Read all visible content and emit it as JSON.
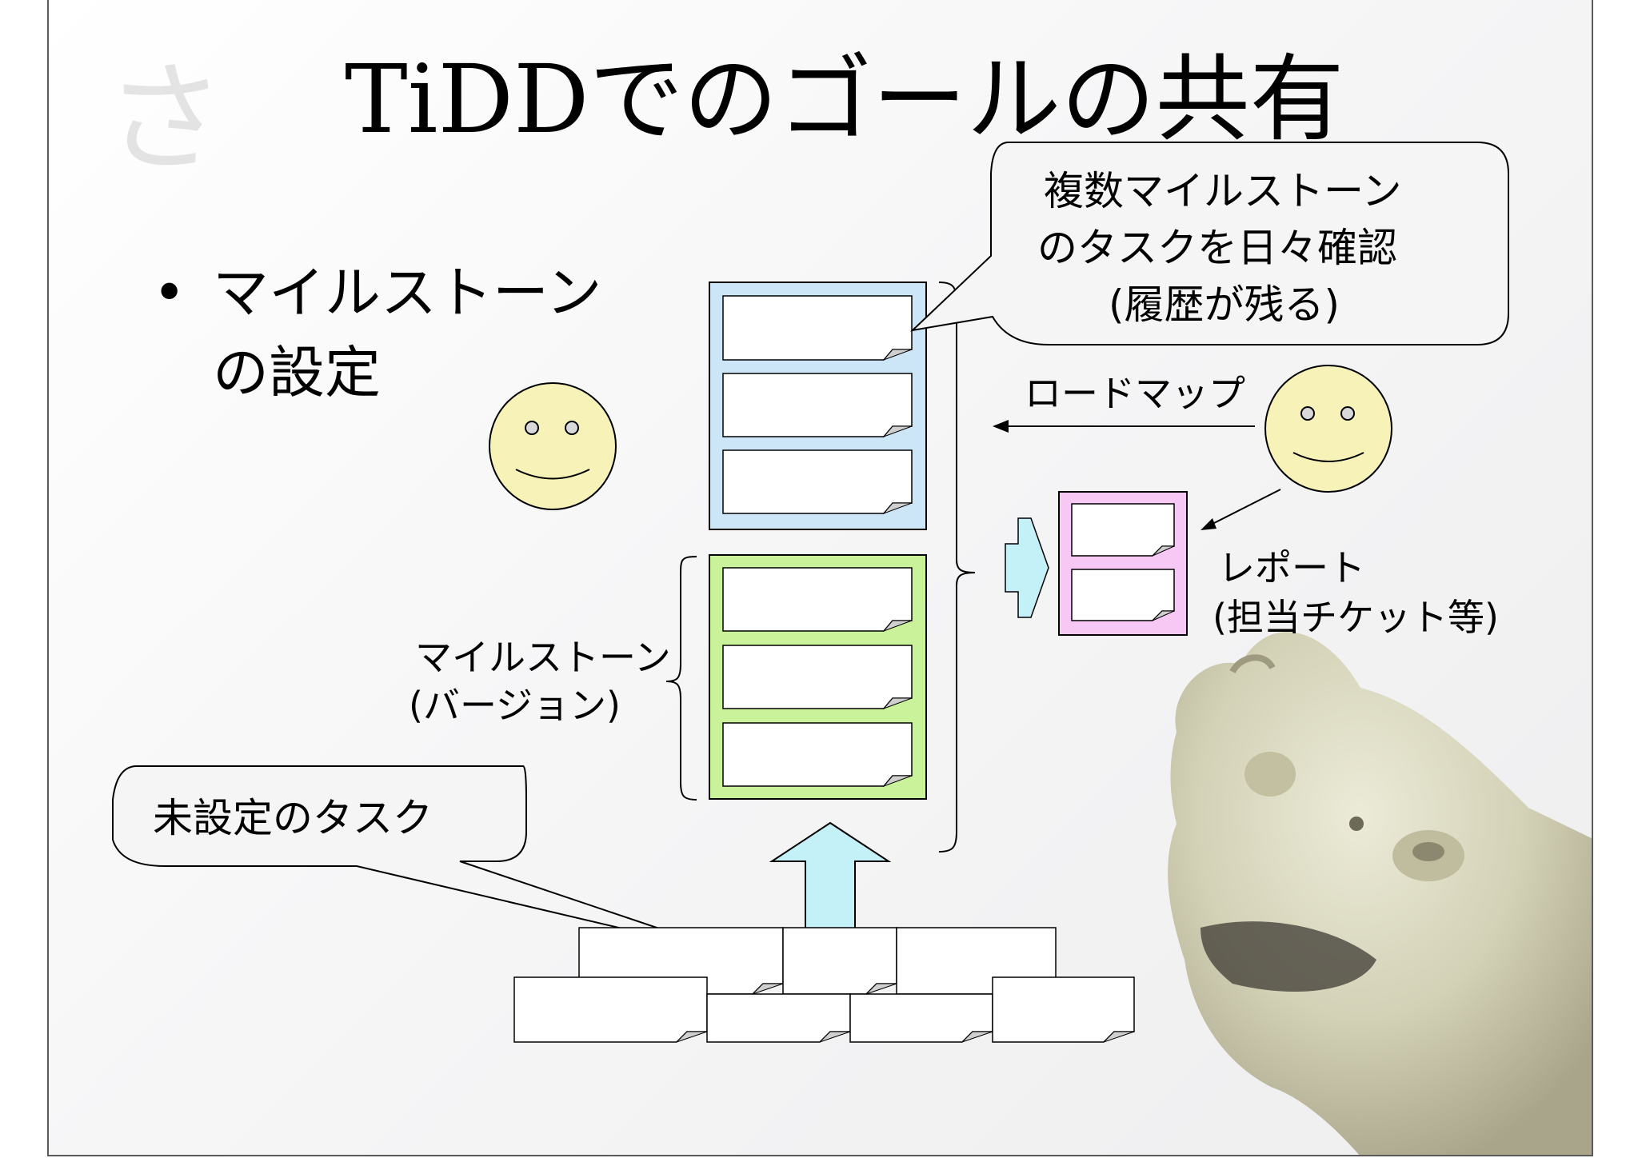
{
  "slide": {
    "corner_char": "さ",
    "title": "TiDDでのゴールの共有",
    "bullet_marker": "•",
    "bullet_line1": "マイルストーン",
    "bullet_line2": "の設定"
  },
  "diagram": {
    "callout_top": [
      "複数マイルストーン",
      "のタスクを日々確認",
      "(履歴が残る)"
    ],
    "roadmap_label": "ロードマップ",
    "report_label": [
      "レポート",
      "(担当チケット等)"
    ],
    "milestone_label": [
      "マイルストーン",
      "(バージョン)"
    ],
    "callout_bottom": "未設定のタスク"
  },
  "colors": {
    "roadmap_fill": "#cce6f7",
    "milestone_fill": "#c9f29a",
    "report_fill": "#f7c8f3",
    "arrow_fill": "#c4f0f7",
    "face_fill": "#f7f2b8"
  }
}
